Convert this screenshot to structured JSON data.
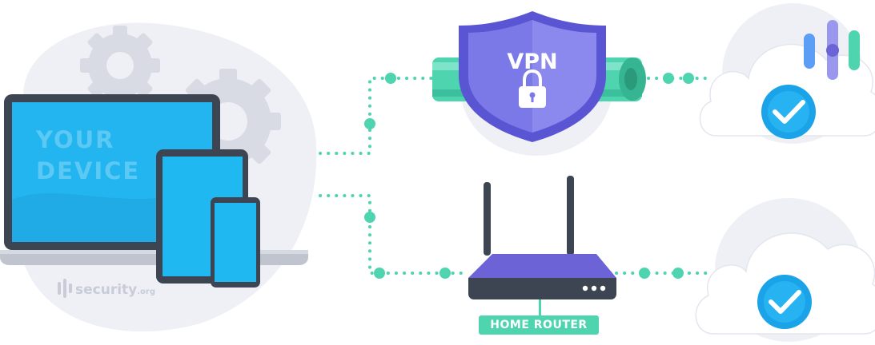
{
  "device": {
    "label_line1": "YOUR",
    "label_line2": "DEVICE"
  },
  "vpn": {
    "label": "VPN"
  },
  "router": {
    "label": "HOME ROUTER"
  },
  "watermark": {
    "brand": "security",
    "suffix": ".org"
  },
  "colors": {
    "teal": "#4fd4b0",
    "vpn_purple": "#7b78e8",
    "vpn_purple_dark": "#5a55d2",
    "router_purple": "#6b63d6",
    "screen_blue": "#23b5ef",
    "check_blue": "#1aa3e8",
    "blob_gray": "#eef0f6"
  },
  "icons": [
    "gear-icon",
    "lock-icon",
    "check-icon",
    "antenna-icon",
    "logo-icon"
  ]
}
